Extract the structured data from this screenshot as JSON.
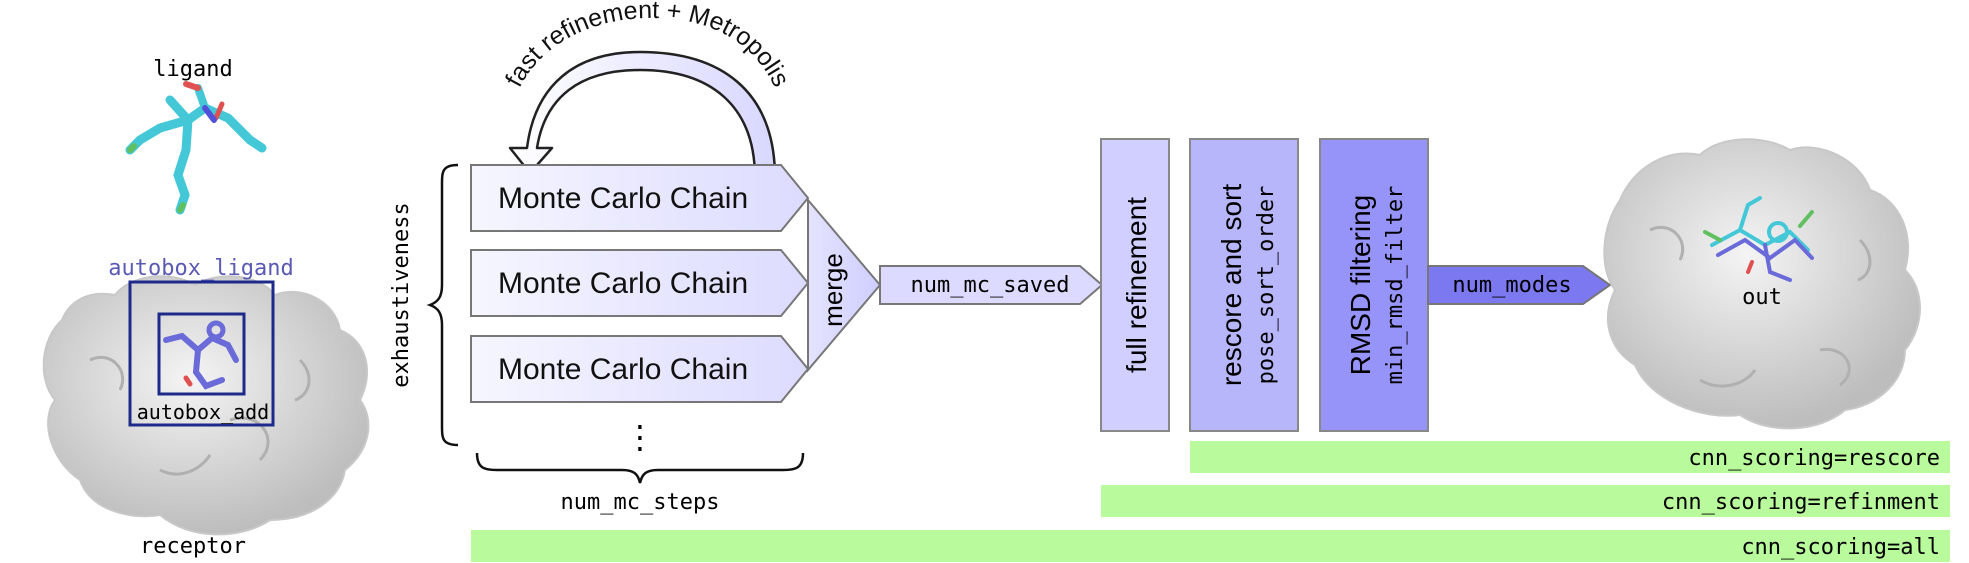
{
  "left": {
    "ligand_label": "ligand",
    "autobox_ligand_label": "autobox_ligand",
    "autobox_add_label": "autobox_add",
    "receptor_label": "receptor"
  },
  "loop": {
    "label": "fast refinement + Metropolis"
  },
  "chains": {
    "exhaustiveness_label": "exhaustiveness",
    "items": [
      "Monte Carlo Chain",
      "Monte Carlo Chain",
      "Monte Carlo Chain"
    ],
    "ellipsis": "⋮",
    "num_mc_steps_label": "num_mc_steps"
  },
  "pipeline": {
    "merge_label": "merge",
    "num_mc_saved_label": "num_mc_saved",
    "full_refinement_label": "full refinement",
    "rescore_label": "rescore and sort",
    "pose_sort_order_label": "pose_sort_order",
    "rmsd_label": "RMSD filtering",
    "min_rmsd_filter_label": "min_rmsd_filter",
    "num_modes_label": "num_modes",
    "out_label": "out"
  },
  "cnn_bars": {
    "rescore": "cnn_scoring=rescore",
    "refinement": "cnn_scoring=refinment",
    "all": "cnn_scoring=all"
  },
  "colors": {
    "chain_fill": "#ecebff",
    "refine_fill": "#d0cfff",
    "rescore_fill": "#b8b6fb",
    "rmsd_fill": "#9694f8",
    "num_modes_fill": "#7b78f0",
    "cnn_bar": "#b8fa9c",
    "box_stroke": "#1e2a8a",
    "protein": "#dcdcdc",
    "ligand": "#44c8d8"
  }
}
